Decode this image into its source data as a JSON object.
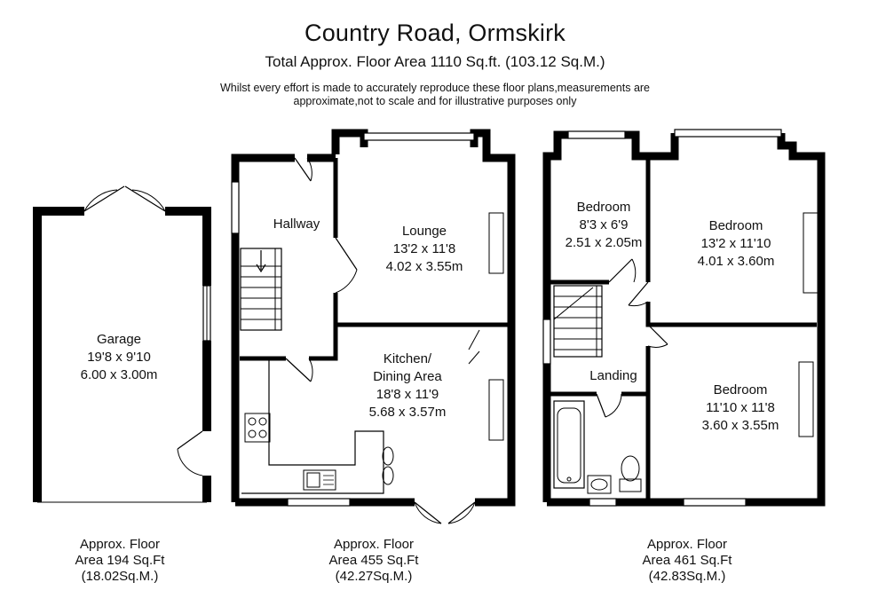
{
  "header": {
    "title": "Country Road, Ormskirk",
    "subtitle": "Total Approx. Floor Area 1110 Sq.ft. (103.12 Sq.M.)",
    "disclaimer_line1": "Whilst every effort is made to accurately reproduce these floor plans,measurements are",
    "disclaimer_line2": "approximate,not to scale and for illustrative purposes only"
  },
  "garage": {
    "name": "Garage",
    "imperial": "19'8 x 9'10",
    "metric": "6.00 x 3.00m",
    "area_line1": "Approx. Floor",
    "area_line2": "Area 194 Sq.Ft",
    "area_line3": "(18.02Sq.M.)"
  },
  "ground_floor": {
    "hallway": "Hallway",
    "lounge": {
      "name": "Lounge",
      "imperial": "13'2 x 11'8",
      "metric": "4.02 x 3.55m"
    },
    "kitchen": {
      "name1": "Kitchen/",
      "name2": "Dining Area",
      "imperial": "18'8 x 11'9",
      "metric": "5.68 x 3.57m"
    },
    "area_line1": "Approx. Floor",
    "area_line2": "Area 455 Sq.Ft",
    "area_line3": "(42.27Sq.M.)"
  },
  "first_floor": {
    "bedroom_small": {
      "name": "Bedroom",
      "imperial": "8'3 x 6'9",
      "metric": "2.51 x 2.05m"
    },
    "bedroom_large": {
      "name": "Bedroom",
      "imperial": "13'2 x 11'10",
      "metric": "4.01 x 3.60m"
    },
    "bedroom_rear": {
      "name": "Bedroom",
      "imperial": "11'10 x 11'8",
      "metric": "3.60 x 3.55m"
    },
    "landing": "Landing",
    "area_line1": "Approx. Floor",
    "area_line2": "Area 461 Sq.Ft",
    "area_line3": "(42.83Sq.M.)"
  }
}
